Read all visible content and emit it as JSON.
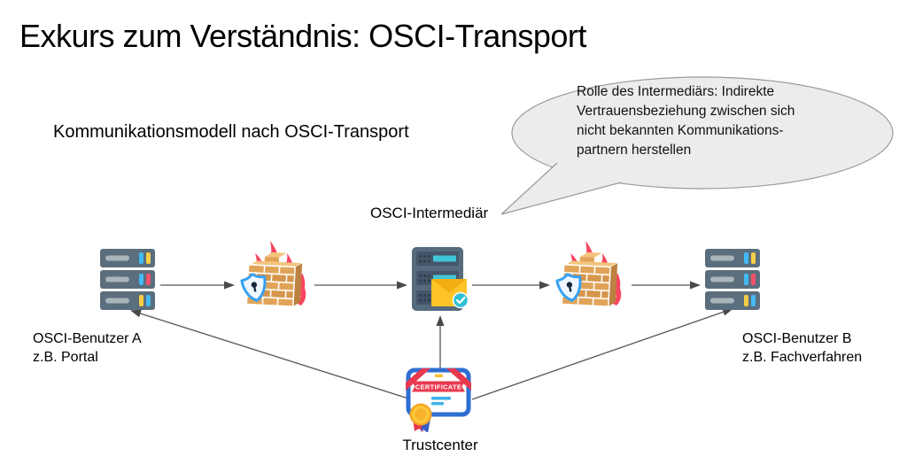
{
  "slide": {
    "title": "Exkurs zum Verständnis: OSCI-Transport",
    "subtitle": "Kommunikationsmodell nach OSCI-Transport"
  },
  "callout": {
    "text": "Rolle des Intermediärs: Indirekte\nVertrauensbeziehung zwischen sich\nnicht bekannten Kommunikations-\npartnern herstellen"
  },
  "diagram": {
    "intermediary_label": "OSCI-Intermediär",
    "user_a_label": "OSCI-Benutzer A\nz.B. Portal",
    "user_b_label": "OSCI-Benutzer B\nz.B. Fachverfahren",
    "trustcenter_label": "Trustcenter",
    "certificate_text": "CERTIFICATE",
    "icons": {
      "user_a": "server-stack-icon",
      "firewall_left": "firewall-icon",
      "intermediary": "server-mail-icon",
      "firewall_right": "firewall-icon",
      "user_b": "server-stack-icon",
      "trustcenter": "certificate-icon"
    }
  },
  "colors": {
    "bubble_fill": "#ececec",
    "bubble_stroke": "#9a9a9a",
    "arrow": "#555555",
    "server_body": "#5b6e7e",
    "server_panel": "#45566a",
    "server_slot": "#a9b4bb",
    "light_blue": "#42baf2",
    "light_yellow": "#f7ce46",
    "light_red": "#f4516c",
    "teal_bar": "#3fc6d8",
    "envelope": "#ffc528",
    "envelope_flap": "#f3ae14",
    "check_circle": "#2fc0d4",
    "flame_outer": "#f8455f",
    "flame_mid": "#ffa726",
    "flame_inner": "#ffd54f",
    "brick": "#e0a458",
    "brick_dark": "#d6964b",
    "brick_top": "#f4c47e",
    "brick_side": "#bc8140",
    "shield_stroke": "#36a1f2",
    "certificate_border": "#2e6ed2",
    "certificate_red": "#e8394f",
    "certificate_line": "#3fb1e8",
    "medal_gold": "#fdc93a",
    "medal_ribbon_blue": "#3b5cc4"
  }
}
